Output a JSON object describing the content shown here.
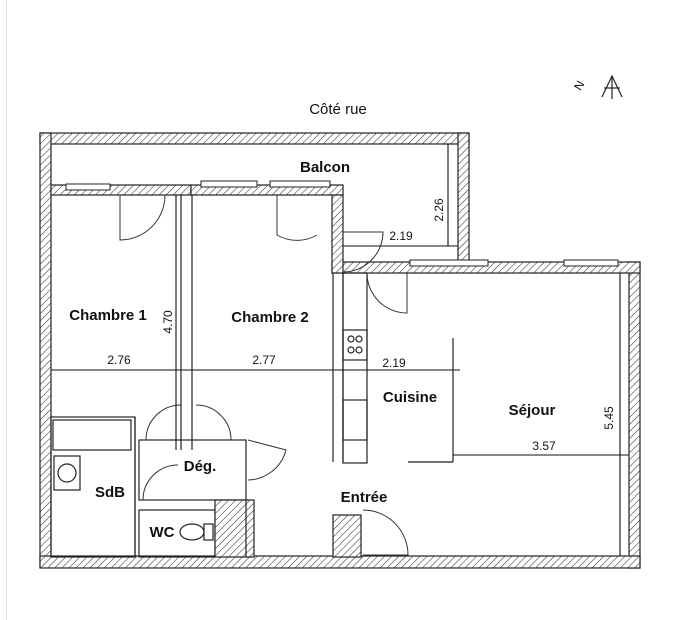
{
  "header": {
    "street_side": "Côté rue"
  },
  "rooms": {
    "balcon": "Balcon",
    "chambre1": "Chambre 1",
    "chambre2": "Chambre 2",
    "cuisine": "Cuisine",
    "sejour": "Séjour",
    "degagement": "Dég.",
    "sdb": "SdB",
    "wc": "WC",
    "entree": "Entrée"
  },
  "dimensions": {
    "balcon_depth": "2.26",
    "balcon_width": "2.19",
    "bedroom_depth": "4.70",
    "chambre1_width": "2.76",
    "chambre2_width": "2.77",
    "cuisine_width": "2.19",
    "sejour_depth": "5.45",
    "sejour_width": "3.57"
  },
  "north_arrow": {
    "icon": "north-arrow-icon",
    "letter": "N"
  }
}
